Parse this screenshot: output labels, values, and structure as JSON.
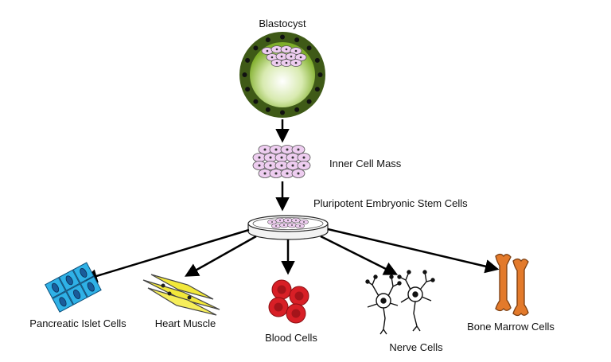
{
  "labels": {
    "blastocyst": "Blastocyst",
    "inner_cell_mass": "Inner Cell Mass",
    "pluripotent": "Pluripotent Embryonic Stem Cells",
    "pancreatic": "Pancreatic Islet Cells",
    "heart": "Heart Muscle",
    "blood": "Blood Cells",
    "nerve": "Nerve Cells",
    "bone": "Bone Marrow Cells"
  },
  "colors": {
    "blastocyst_outer": "#3f5a17",
    "blastocyst_inner": "#7fae2a",
    "cell_fill": "#eecdf0",
    "pancreatic": "#2fb1e6",
    "heart": "#f2e83a",
    "blood": "#d81f26",
    "bone": "#e37a2b"
  }
}
